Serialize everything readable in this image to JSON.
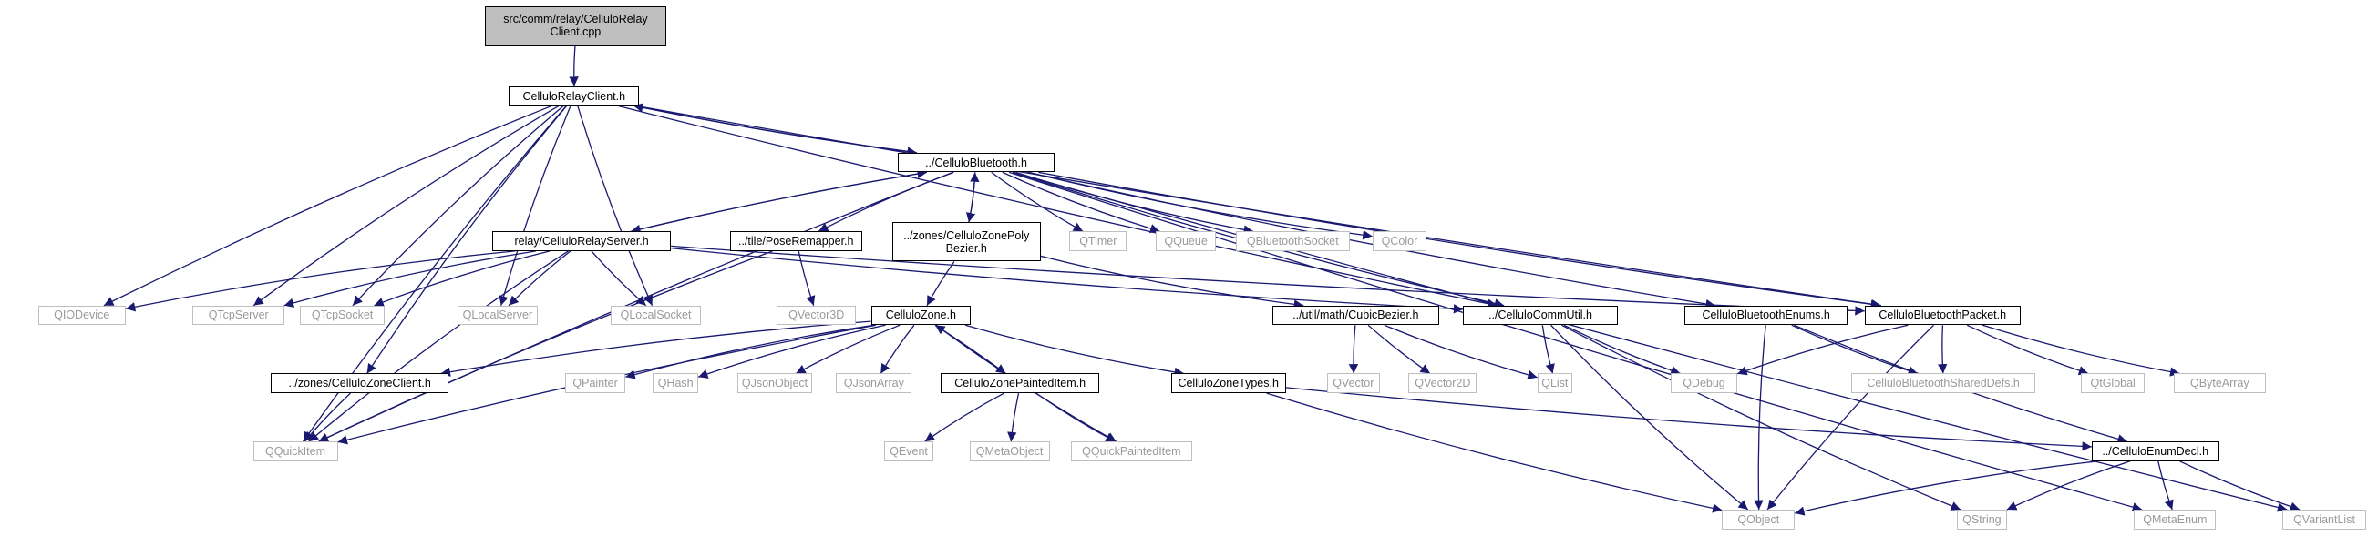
{
  "colors": {
    "edge": "#191970",
    "project_border": "#000000",
    "external_border": "#bfbfbf",
    "external_text": "#9a9a9a",
    "root_fill": "#bfbfbf"
  },
  "nodes": [
    {
      "id": "root",
      "label": "src/comm/relay/CelluloRelay\nClient.cpp",
      "kind": "root"
    },
    {
      "id": "crc",
      "label": "CelluloRelayClient.h",
      "kind": "proj"
    },
    {
      "id": "cb",
      "label": "../CelluloBluetooth.h",
      "kind": "proj"
    },
    {
      "id": "crs",
      "label": "relay/CelluloRelayServer.h",
      "kind": "proj"
    },
    {
      "id": "pr",
      "label": "../tile/PoseRemapper.h",
      "kind": "proj"
    },
    {
      "id": "czpb",
      "label": "../zones/CelluloZonePoly\nBezier.h",
      "kind": "proj"
    },
    {
      "id": "qtimer",
      "label": "QTimer",
      "kind": "ext"
    },
    {
      "id": "qqueue",
      "label": "QQueue",
      "kind": "ext"
    },
    {
      "id": "qbts",
      "label": "QBluetoothSocket",
      "kind": "ext"
    },
    {
      "id": "qcolor",
      "label": "QColor",
      "kind": "ext"
    },
    {
      "id": "qiod",
      "label": "QIODevice",
      "kind": "ext"
    },
    {
      "id": "qtcps",
      "label": "QTcpServer",
      "kind": "ext"
    },
    {
      "id": "qtcpsock",
      "label": "QTcpSocket",
      "kind": "ext"
    },
    {
      "id": "qls",
      "label": "QLocalServer",
      "kind": "ext"
    },
    {
      "id": "qlsock",
      "label": "QLocalSocket",
      "kind": "ext"
    },
    {
      "id": "qv3d",
      "label": "QVector3D",
      "kind": "ext"
    },
    {
      "id": "cz",
      "label": "CelluloZone.h",
      "kind": "proj"
    },
    {
      "id": "cubic",
      "label": "../util/math/CubicBezier.h",
      "kind": "proj"
    },
    {
      "id": "ccu",
      "label": "../CelluloCommUtil.h",
      "kind": "proj"
    },
    {
      "id": "cbe",
      "label": "CelluloBluetoothEnums.h",
      "kind": "proj"
    },
    {
      "id": "cbp",
      "label": "CelluloBluetoothPacket.h",
      "kind": "proj"
    },
    {
      "id": "czc",
      "label": "../zones/CelluloZoneClient.h",
      "kind": "proj"
    },
    {
      "id": "qpainter",
      "label": "QPainter",
      "kind": "ext"
    },
    {
      "id": "qhash",
      "label": "QHash",
      "kind": "ext"
    },
    {
      "id": "qjo",
      "label": "QJsonObject",
      "kind": "ext"
    },
    {
      "id": "qja",
      "label": "QJsonArray",
      "kind": "ext"
    },
    {
      "id": "czpi",
      "label": "CelluloZonePaintedItem.h",
      "kind": "proj"
    },
    {
      "id": "czt",
      "label": "CelluloZoneTypes.h",
      "kind": "proj"
    },
    {
      "id": "qvector",
      "label": "QVector",
      "kind": "ext"
    },
    {
      "id": "qv2d",
      "label": "QVector2D",
      "kind": "ext"
    },
    {
      "id": "qlist",
      "label": "QList",
      "kind": "ext"
    },
    {
      "id": "qdebug",
      "label": "QDebug",
      "kind": "ext"
    },
    {
      "id": "cbsd",
      "label": "CelluloBluetoothSharedDefs.h",
      "kind": "ext"
    },
    {
      "id": "qtglobal",
      "label": "QtGlobal",
      "kind": "ext"
    },
    {
      "id": "qba",
      "label": "QByteArray",
      "kind": "ext"
    },
    {
      "id": "qqi",
      "label": "QQuickItem",
      "kind": "ext"
    },
    {
      "id": "qevent",
      "label": "QEvent",
      "kind": "ext"
    },
    {
      "id": "qmo",
      "label": "QMetaObject",
      "kind": "ext"
    },
    {
      "id": "qqpi",
      "label": "QQuickPaintedItem",
      "kind": "ext"
    },
    {
      "id": "ced",
      "label": "../CelluloEnumDecl.h",
      "kind": "proj"
    },
    {
      "id": "qobject",
      "label": "QObject",
      "kind": "ext"
    },
    {
      "id": "qstring",
      "label": "QString",
      "kind": "ext"
    },
    {
      "id": "qme",
      "label": "QMetaEnum",
      "kind": "ext"
    },
    {
      "id": "qvl",
      "label": "QVariantList",
      "kind": "ext"
    }
  ],
  "edges": [
    [
      "root",
      "crc"
    ],
    [
      "crc",
      "cb"
    ],
    [
      "crc",
      "qiod"
    ],
    [
      "crc",
      "qtcps"
    ],
    [
      "crc",
      "qtcpsock"
    ],
    [
      "crc",
      "qls"
    ],
    [
      "crc",
      "qlsock"
    ],
    [
      "crc",
      "qqi"
    ],
    [
      "crc",
      "ccu"
    ],
    [
      "crc",
      "cbp"
    ],
    [
      "crc",
      "czc"
    ],
    [
      "cb",
      "crc"
    ],
    [
      "cb",
      "crs"
    ],
    [
      "cb",
      "pr"
    ],
    [
      "cb",
      "czpb"
    ],
    [
      "cb",
      "qtimer"
    ],
    [
      "cb",
      "qqueue"
    ],
    [
      "cb",
      "qbts"
    ],
    [
      "cb",
      "qcolor"
    ],
    [
      "cb",
      "cbe"
    ],
    [
      "cb",
      "cbp"
    ],
    [
      "cb",
      "ccu"
    ],
    [
      "cb",
      "qqi"
    ],
    [
      "cb",
      "qvl"
    ],
    [
      "cb",
      "qme"
    ],
    [
      "crs",
      "cb"
    ],
    [
      "crs",
      "qiod"
    ],
    [
      "crs",
      "qtcps"
    ],
    [
      "crs",
      "qtcpsock"
    ],
    [
      "crs",
      "qls"
    ],
    [
      "crs",
      "qlsock"
    ],
    [
      "crs",
      "qqi"
    ],
    [
      "crs",
      "ccu"
    ],
    [
      "crs",
      "cbp"
    ],
    [
      "pr",
      "qv3d"
    ],
    [
      "pr",
      "qqi"
    ],
    [
      "czpb",
      "cb"
    ],
    [
      "czpb",
      "cz"
    ],
    [
      "czpb",
      "cubic"
    ],
    [
      "cz",
      "czc"
    ],
    [
      "cz",
      "qqi"
    ],
    [
      "cz",
      "qpainter"
    ],
    [
      "cz",
      "qhash"
    ],
    [
      "cz",
      "qjo"
    ],
    [
      "cz",
      "qja"
    ],
    [
      "cz",
      "czpi"
    ],
    [
      "cz",
      "qqpi"
    ],
    [
      "cz",
      "czt"
    ],
    [
      "czc",
      "qqi"
    ],
    [
      "czpi",
      "cz"
    ],
    [
      "czpi",
      "qevent"
    ],
    [
      "czpi",
      "qmo"
    ],
    [
      "czpi",
      "qqpi"
    ],
    [
      "czt",
      "ced"
    ],
    [
      "czt",
      "qobject"
    ],
    [
      "cubic",
      "qvector"
    ],
    [
      "cubic",
      "qv2d"
    ],
    [
      "cubic",
      "qlist"
    ],
    [
      "ccu",
      "qlist"
    ],
    [
      "ccu",
      "qdebug"
    ],
    [
      "ccu",
      "qobject"
    ],
    [
      "ccu",
      "qstring"
    ],
    [
      "cbe",
      "cbsd"
    ],
    [
      "cbe",
      "qobject"
    ],
    [
      "cbe",
      "ced"
    ],
    [
      "cbp",
      "qdebug"
    ],
    [
      "cbp",
      "cbsd"
    ],
    [
      "cbp",
      "qtglobal"
    ],
    [
      "cbp",
      "qba"
    ],
    [
      "cbp",
      "qobject"
    ],
    [
      "ced",
      "qobject"
    ],
    [
      "ced",
      "qstring"
    ],
    [
      "ced",
      "qme"
    ],
    [
      "ced",
      "qvl"
    ]
  ]
}
